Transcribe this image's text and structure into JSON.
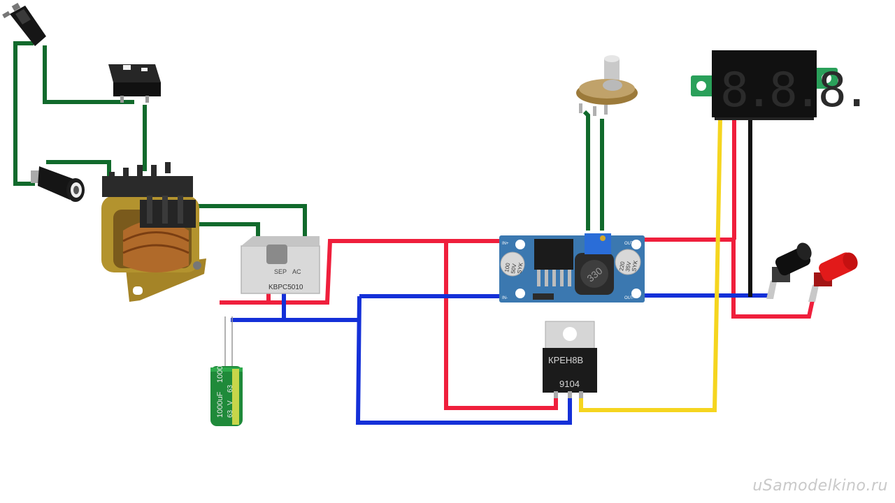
{
  "colors": {
    "ac_wire": "#116a2c",
    "positive_wire": "#ef1f3c",
    "negative_wire": "#1430d8",
    "signal_wire": "#f5d51f",
    "meter_ground_wire": "#111111",
    "pcb_blue": "#3b78b0",
    "voltmeter_pcb": "#2aa05a",
    "transformer_core": "#b3932e",
    "capacitor_body": "#1f8a3a"
  },
  "components": {
    "plug": {
      "icon": "plug-icon"
    },
    "switch": {
      "icon": "rocker-switch-icon"
    },
    "fuse": {
      "icon": "fuse-holder-icon"
    },
    "transformer": {
      "icon": "transformer-icon"
    },
    "bridge": {
      "icon": "bridge-rectifier-icon",
      "brand": "SEP",
      "ac_label": "AC",
      "part": "KBPC5010"
    },
    "capacitor": {
      "icon": "capacitor-icon",
      "text_a": "1000uF",
      "text_b": "1000",
      "text_c": "63",
      "text_d": "V",
      "text_e": "63"
    },
    "dcdc": {
      "icon": "dcdc-module-icon",
      "in_plus": "IN+",
      "in_minus": "IN-",
      "out_plus": "OUT+",
      "out_minus": "OUT-",
      "cap1": "100",
      "cap1b": "50V",
      "cap1c": "SYK",
      "cap2": "220",
      "cap2b": "35V",
      "cap2c": "SYK",
      "inductor": "330"
    },
    "potentiometer": {
      "icon": "potentiometer-icon"
    },
    "voltmeter": {
      "icon": "voltmeter-icon",
      "digits": "8.8.8."
    },
    "regulator": {
      "icon": "regulator-icon",
      "line1": "КРЕН8В",
      "line2": "9104"
    },
    "terminals": {
      "black_icon": "black-binding-post-icon",
      "red_icon": "red-binding-post-icon"
    }
  },
  "watermark": "uSamodelkino.ru"
}
